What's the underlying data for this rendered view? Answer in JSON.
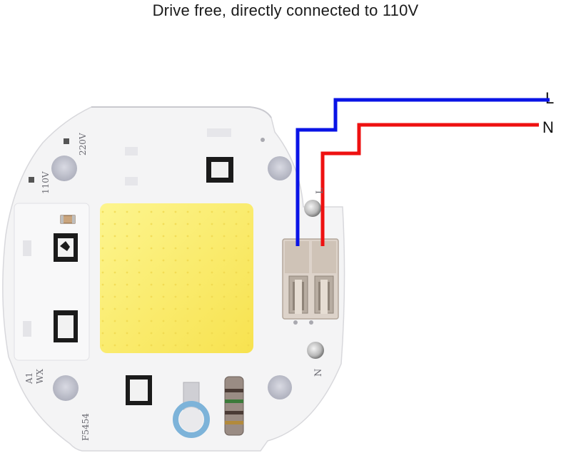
{
  "caption": "Drive free, directly connected to 110V",
  "wires": {
    "live": {
      "label": "L",
      "color": "#0a14e6"
    },
    "neutral": {
      "label": "N",
      "color": "#ee1111"
    }
  },
  "board": {
    "voltage_high": "220V",
    "voltage_low": "110V",
    "marking_a": "A1",
    "marking_b": "WX",
    "part_number": "F5454",
    "terminal_l": "L",
    "terminal_n": "N",
    "led_color": "#fbee7a",
    "pcb_color": "#f4f4f5"
  }
}
